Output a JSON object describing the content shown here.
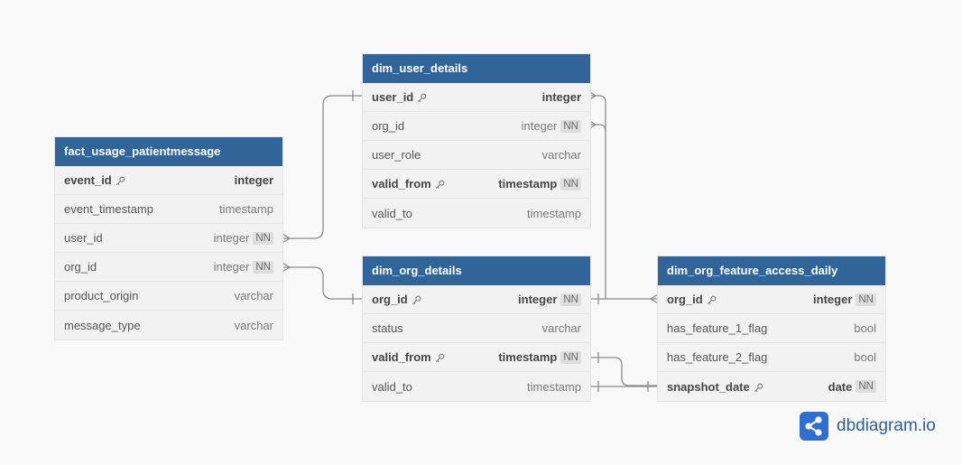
{
  "tables": [
    {
      "name": "fact_usage_patientmessage",
      "columns": [
        {
          "name": "event_id",
          "type": "integer",
          "pk": true,
          "nn": false
        },
        {
          "name": "event_timestamp",
          "type": "timestamp",
          "pk": false,
          "nn": false
        },
        {
          "name": "user_id",
          "type": "integer",
          "pk": false,
          "nn": true
        },
        {
          "name": "org_id",
          "type": "integer",
          "pk": false,
          "nn": true
        },
        {
          "name": "product_origin",
          "type": "varchar",
          "pk": false,
          "nn": false
        },
        {
          "name": "message_type",
          "type": "varchar",
          "pk": false,
          "nn": false
        }
      ]
    },
    {
      "name": "dim_user_details",
      "columns": [
        {
          "name": "user_id",
          "type": "integer",
          "pk": true,
          "nn": false
        },
        {
          "name": "org_id",
          "type": "integer",
          "pk": false,
          "nn": true
        },
        {
          "name": "user_role",
          "type": "varchar",
          "pk": false,
          "nn": false
        },
        {
          "name": "valid_from",
          "type": "timestamp",
          "pk": true,
          "nn": true
        },
        {
          "name": "valid_to",
          "type": "timestamp",
          "pk": false,
          "nn": false
        }
      ]
    },
    {
      "name": "dim_org_details",
      "columns": [
        {
          "name": "org_id",
          "type": "integer",
          "pk": true,
          "nn": true
        },
        {
          "name": "status",
          "type": "varchar",
          "pk": false,
          "nn": false
        },
        {
          "name": "valid_from",
          "type": "timestamp",
          "pk": true,
          "nn": true
        },
        {
          "name": "valid_to",
          "type": "timestamp",
          "pk": false,
          "nn": false
        }
      ]
    },
    {
      "name": "dim_org_feature_access_daily",
      "columns": [
        {
          "name": "org_id",
          "type": "integer",
          "pk": true,
          "nn": true
        },
        {
          "name": "has_feature_1_flag",
          "type": "bool",
          "pk": false,
          "nn": false
        },
        {
          "name": "has_feature_2_flag",
          "type": "bool",
          "pk": false,
          "nn": false
        },
        {
          "name": "snapshot_date",
          "type": "date",
          "pk": true,
          "nn": true
        }
      ]
    }
  ],
  "nn_label": "NN",
  "brand": {
    "name": "dbdiagram.io",
    "icon": "dbdiagram-share-icon",
    "color": "#2b5f99"
  },
  "colors": {
    "header": "#31659a",
    "row": "#f2f2f2",
    "connector": "#8a8a8a",
    "background": "#f9f9f9"
  }
}
